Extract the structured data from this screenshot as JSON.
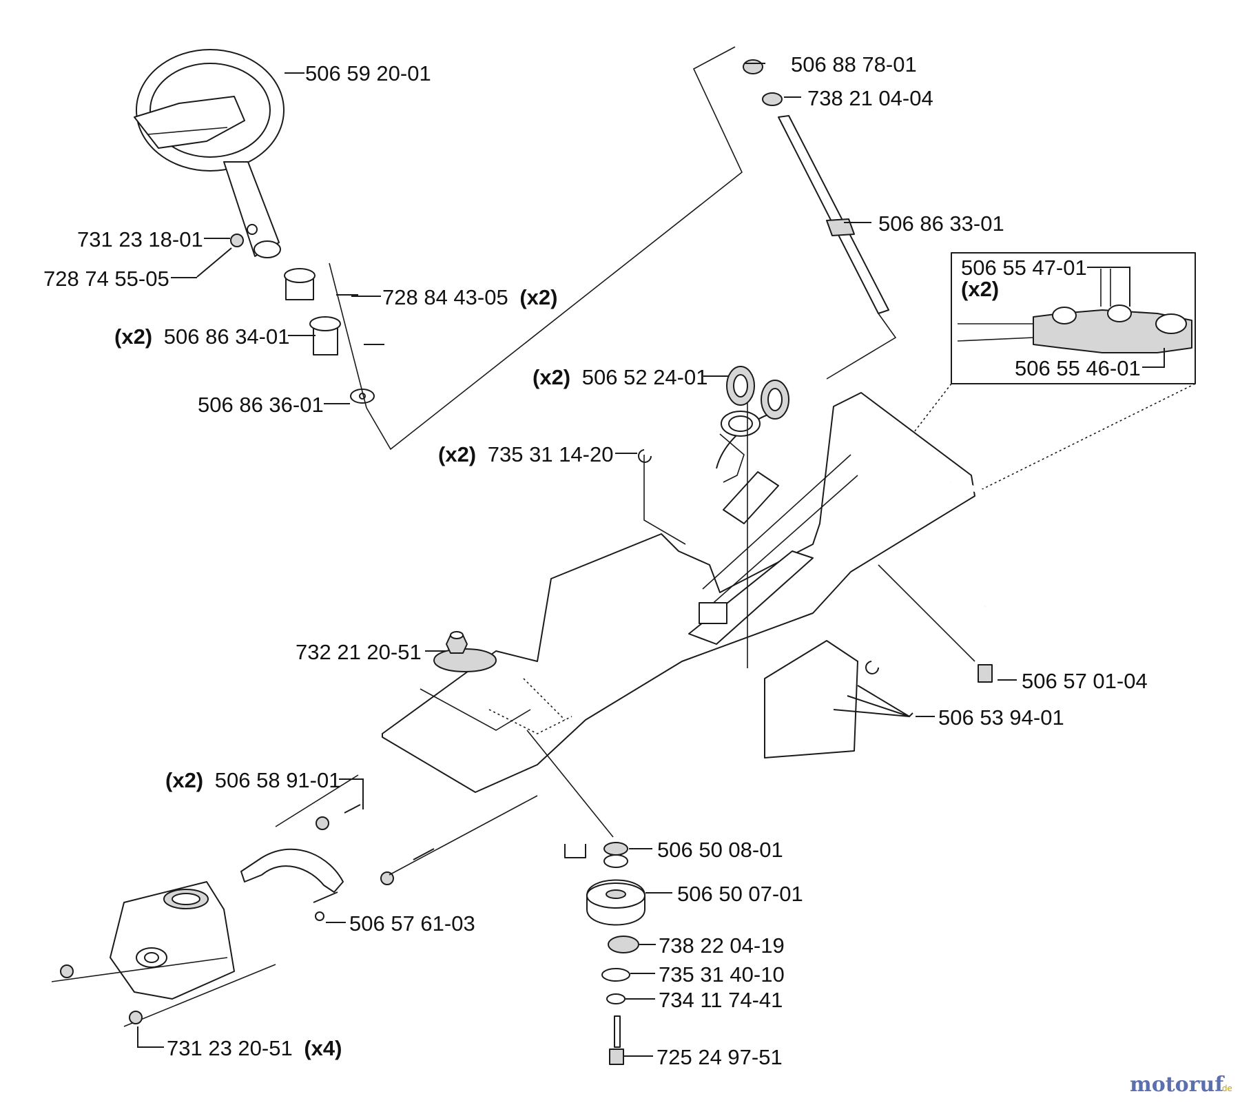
{
  "colors": {
    "line": "#1a1a1a",
    "shade": "#d6d6d6",
    "brand_text": "#5a6fb0",
    "brand_accent": "#c8a400"
  },
  "watermark": {
    "brand": "motoruf",
    "tld": ".de"
  },
  "parts": [
    {
      "id": "steering-wheel",
      "number": "506 59 20-01",
      "qty": ""
    },
    {
      "id": "nut-upper",
      "number": "731 23 18-01",
      "qty": ""
    },
    {
      "id": "screw-upper",
      "number": "728 74 55-05",
      "qty": ""
    },
    {
      "id": "set-screw",
      "number": "728 84 43-05",
      "qty": "(x2)"
    },
    {
      "id": "collar",
      "number": "506 86 34-01",
      "qty": "(x2)"
    },
    {
      "id": "washer-shaft",
      "number": "506 86 36-01",
      "qty": ""
    },
    {
      "id": "bushing-top",
      "number": "506 88 78-01",
      "qty": ""
    },
    {
      "id": "bearing-top",
      "number": "738 21 04-04",
      "qty": ""
    },
    {
      "id": "steering-shaft",
      "number": "506 86 33-01",
      "qty": ""
    },
    {
      "id": "chain-link-a",
      "number": "506 55 47-01",
      "qty": "(x2)"
    },
    {
      "id": "chain-link-b",
      "number": "506 55 46-01",
      "qty": ""
    },
    {
      "id": "idler-pulleys",
      "number": "506 52 24-01",
      "qty": "(x2)"
    },
    {
      "id": "retaining-clip",
      "number": "735 31 14-20",
      "qty": "(x2)"
    },
    {
      "id": "frame-nut",
      "number": "732 21 20-51",
      "qty": ""
    },
    {
      "id": "bolt-right",
      "number": "506 57 01-04",
      "qty": ""
    },
    {
      "id": "axle-pin",
      "number": "506 53 94-01",
      "qty": ""
    },
    {
      "id": "tie-rod",
      "number": "506 58 91-01",
      "qty": "(x2)"
    },
    {
      "id": "spacer",
      "number": "506 50 08-01",
      "qty": ""
    },
    {
      "id": "pulley",
      "number": "506 50 07-01",
      "qty": ""
    },
    {
      "id": "bracket-strap",
      "number": "506 57 61-03",
      "qty": ""
    },
    {
      "id": "bearing-lower",
      "number": "738 22 04-19",
      "qty": ""
    },
    {
      "id": "snap-ring",
      "number": "735 31 40-10",
      "qty": ""
    },
    {
      "id": "washer-lower",
      "number": "734 11 74-41",
      "qty": ""
    },
    {
      "id": "bolt-lower",
      "number": "725 24 97-51",
      "qty": ""
    },
    {
      "id": "hub-nut",
      "number": "731 23 20-51",
      "qty": "(x4)"
    }
  ]
}
